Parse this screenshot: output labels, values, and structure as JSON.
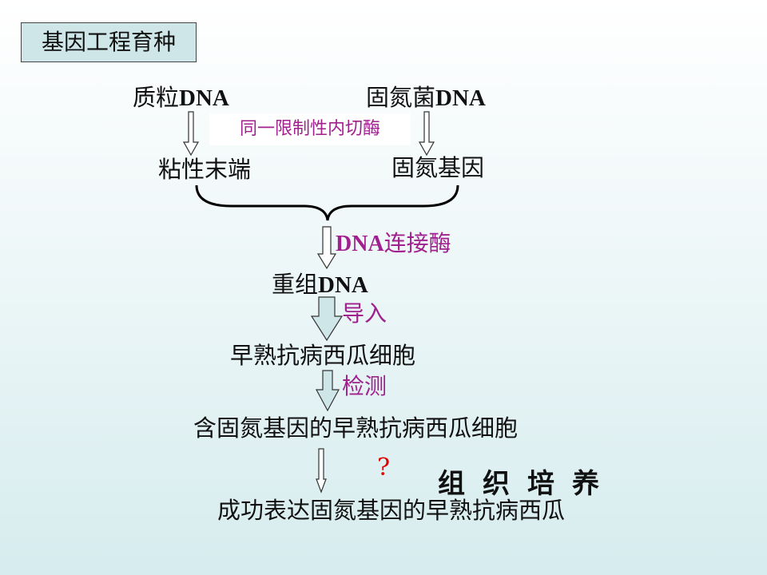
{
  "title": "基因工程育种",
  "nodes": {
    "plasmid": {
      "text": "质粒",
      "bold": "DNA"
    },
    "nitrogen_dna": {
      "text": "固氮菌",
      "bold": "DNA"
    },
    "sticky_end": "粘性末端",
    "nitrogen_gene": "固氮基因",
    "recombinant": {
      "text": "重组",
      "bold": "DNA"
    },
    "melon_cell": "早熟抗病西瓜细胞",
    "melon_cell_with_gene": "含固氮基因的早熟抗病西瓜细胞",
    "final": "成功表达固氮基因的早熟抗病西瓜"
  },
  "steps": {
    "restriction": "同一限制性内切酶",
    "ligase": {
      "bold": "DNA",
      "text": "连接酶"
    },
    "introduce": "导入",
    "detect": "检测",
    "question": "?",
    "culture": "组织培养"
  },
  "colors": {
    "step_text": "#a0208e",
    "question": "#e00000",
    "title_bg": "#cfe6e8",
    "arrow_fill": "#cfe6e8"
  }
}
